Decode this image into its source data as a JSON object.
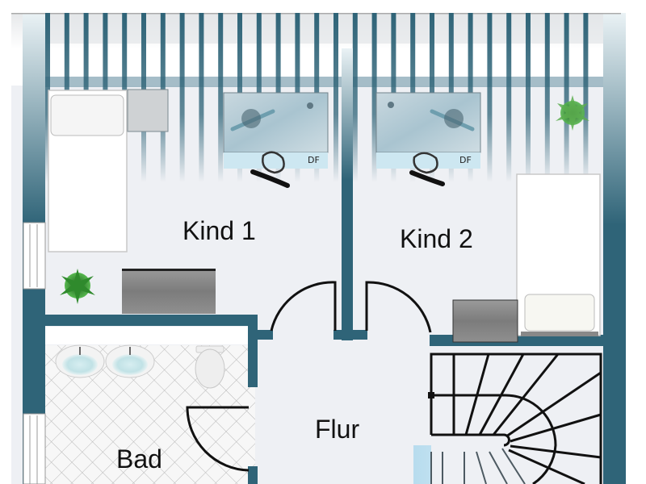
{
  "plan": {
    "rooms": [
      {
        "id": "kind1",
        "label": "Kind 1"
      },
      {
        "id": "kind2",
        "label": "Kind 2"
      },
      {
        "id": "flur",
        "label": "Flur"
      },
      {
        "id": "bad",
        "label": "Bad"
      }
    ],
    "window_marks": [
      {
        "id": "df1",
        "label": "DF"
      },
      {
        "id": "df2",
        "label": "DF"
      }
    ],
    "colors": {
      "wall": "#2f6478",
      "floor": "#eef0f4",
      "tile": "#f4f4f4",
      "skylight": "#bfe0ee",
      "furniture": "#8a8a8a",
      "plant": "#3d9b3a"
    }
  }
}
